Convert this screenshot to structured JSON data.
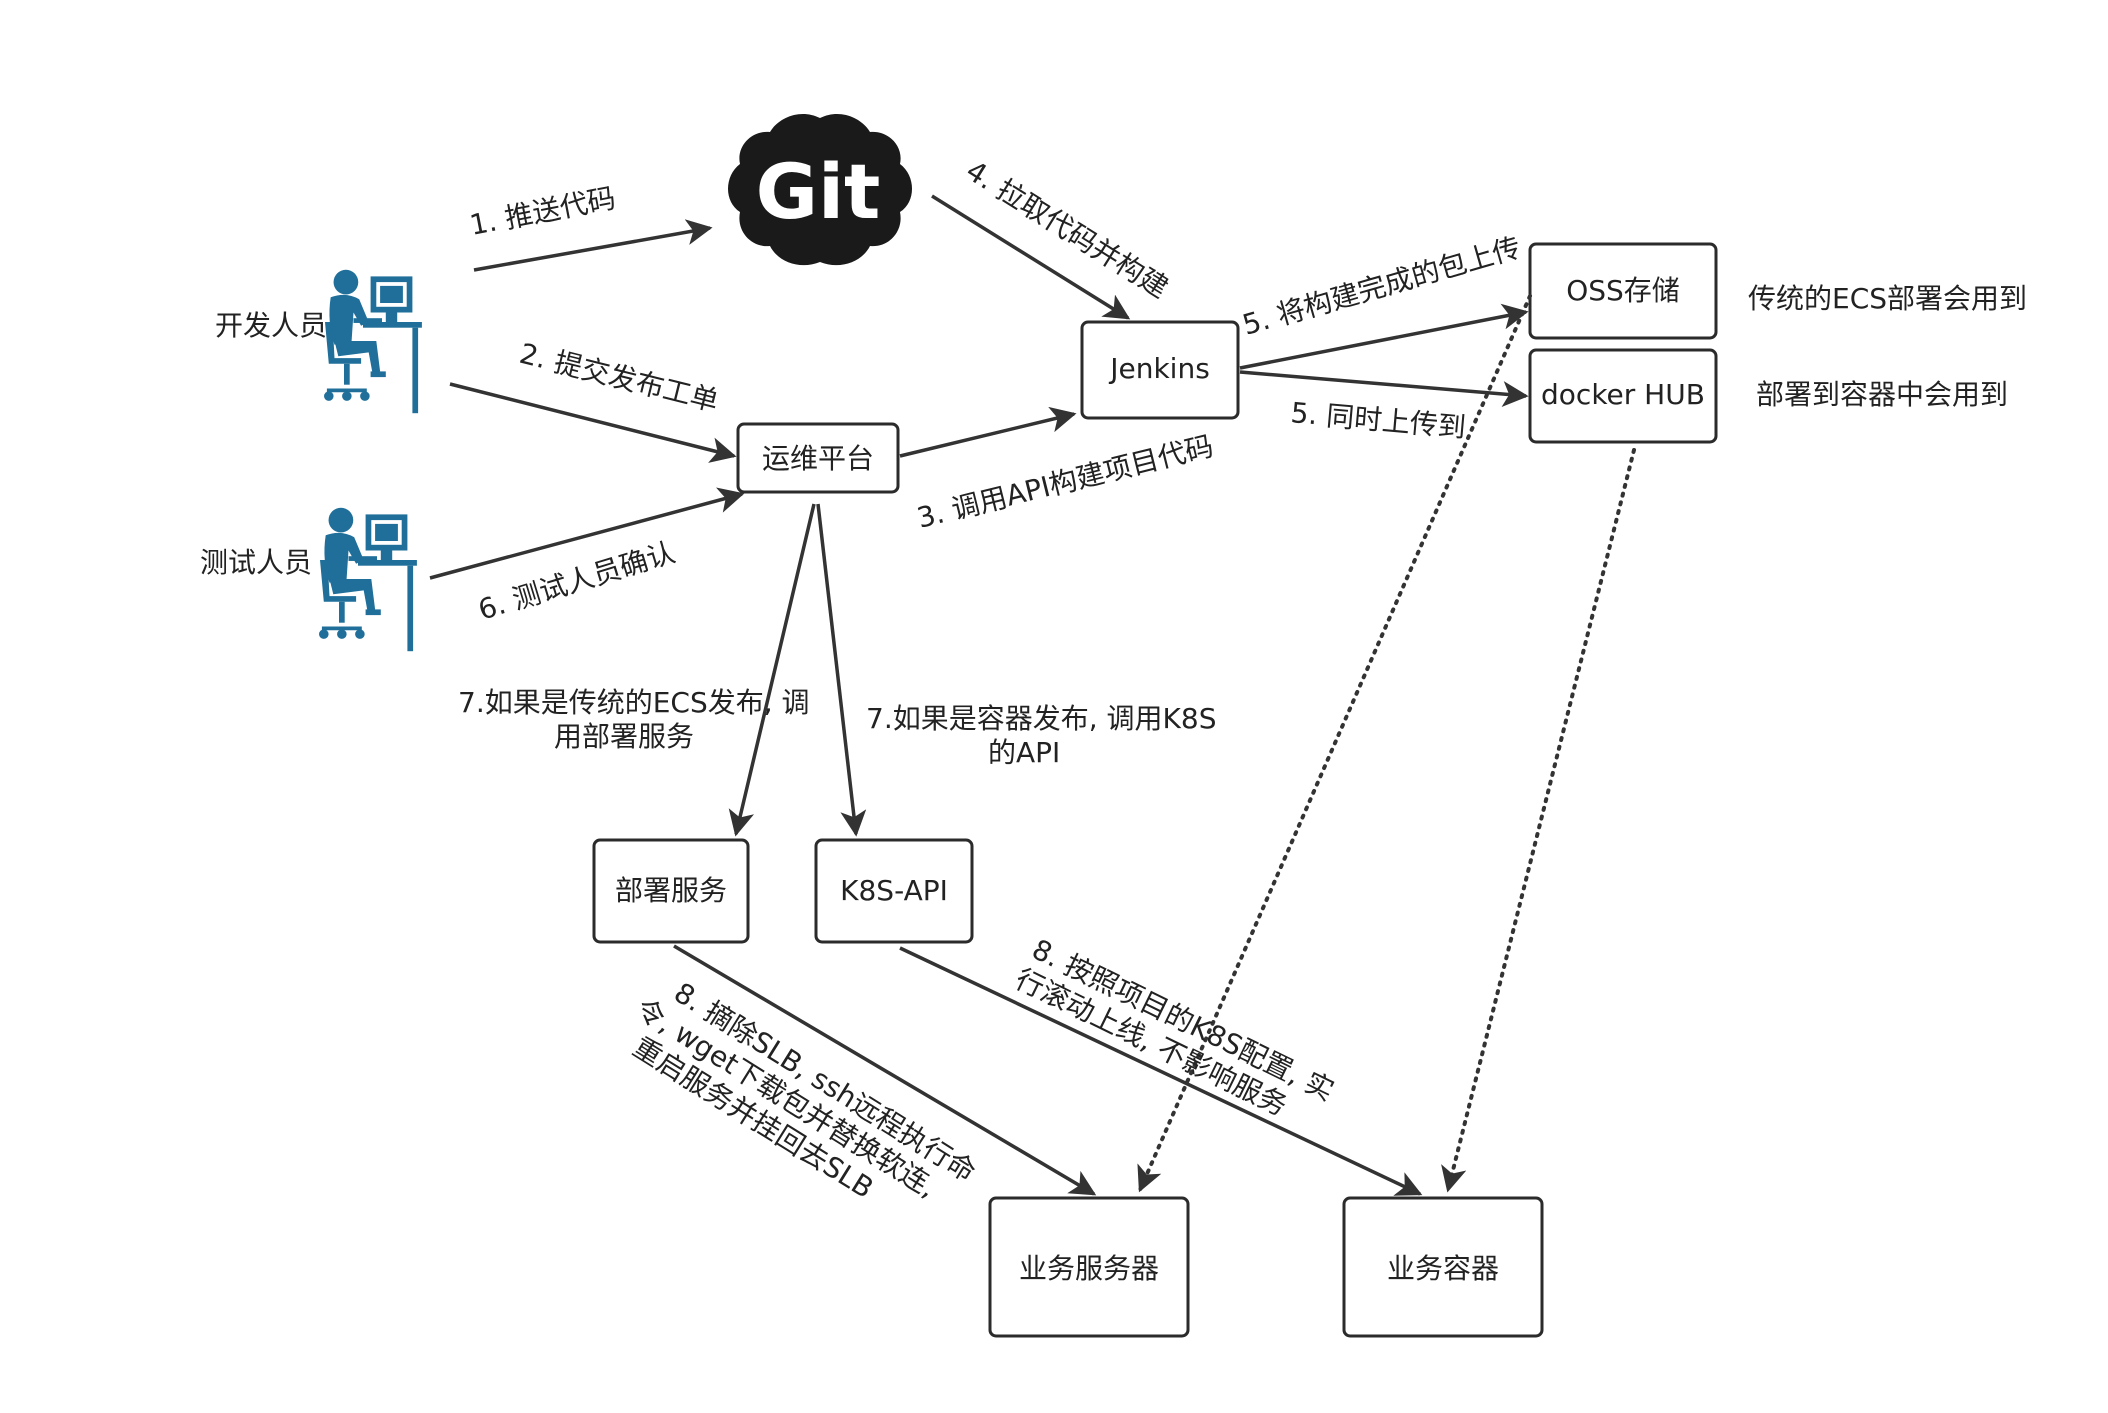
{
  "actors": {
    "developer": "开发人员",
    "tester": "测试人员"
  },
  "logo": {
    "text": "Git"
  },
  "nodes": {
    "ops_platform": "运维平台",
    "jenkins": "Jenkins",
    "oss": "OSS存储",
    "docker_hub": "docker HUB",
    "deploy_service": "部署服务",
    "k8s_api": "K8S-API",
    "biz_server": "业务服务器",
    "biz_container": "业务容器"
  },
  "notes": {
    "oss_note": "传统的ECS部署会用到",
    "docker_note": "部署到容器中会用到"
  },
  "edges": {
    "e1": "1. 推送代码",
    "e2": "2. 提交发布工单",
    "e3": "3. 调用API构建项目代码",
    "e4": "4. 拉取代码并构建",
    "e5a": "5. 将构建完成的包上传",
    "e5b": "5. 同时上传到",
    "e6": "6. 测试人员确认",
    "e7a_line1": "7.如果是传统的ECS发布, 调",
    "e7a_line2": "用部署服务",
    "e7b_line1": "7.如果是容器发布, 调用K8S",
    "e7b_line2": "的API",
    "e8a_line1": "8. 摘除SLB, ssh远程执行命",
    "e8a_line2": "令, wget下载包并替换软连,",
    "e8a_line3": "重启服务并挂回去SLB",
    "e8b_line1": "8. 按照项目的K8S配置, 实",
    "e8b_line2": "行滚动上线, 不影响服务"
  },
  "colors": {
    "actor": "#1f6f9a",
    "stroke": "#2b2b2b",
    "logo": "#1a1a1a"
  }
}
